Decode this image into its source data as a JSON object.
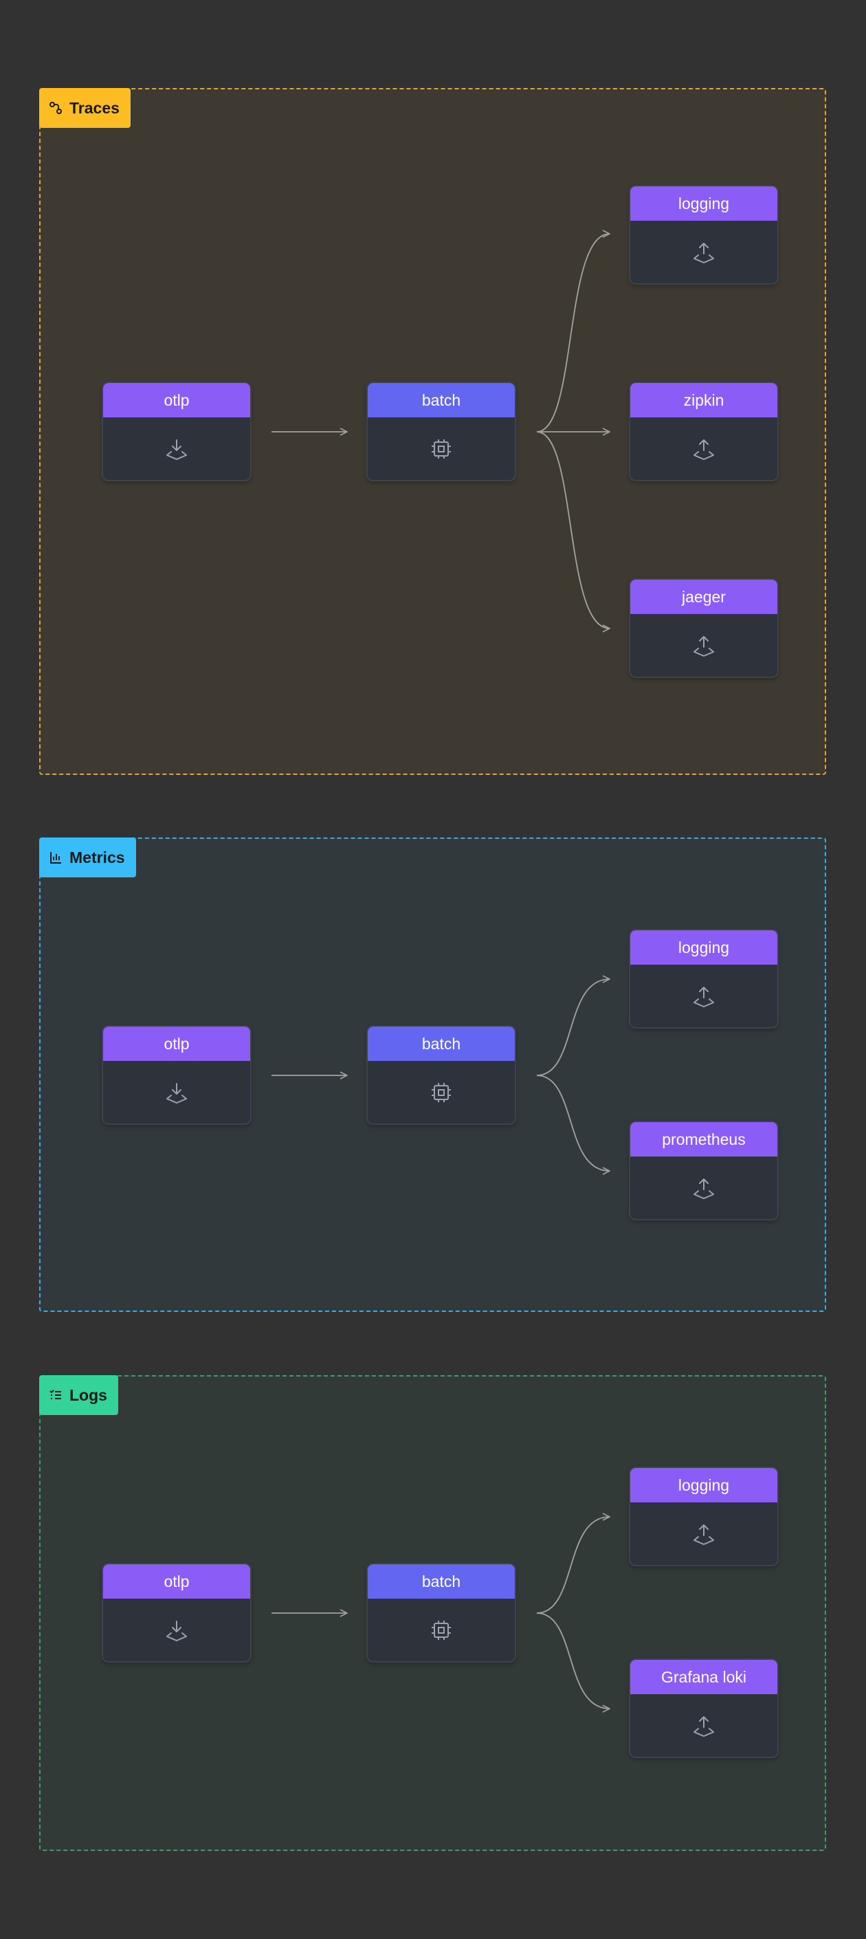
{
  "colors": {
    "background": "#323232",
    "receiver_header": "#8b5cf6",
    "processor_header": "#6366f1",
    "node_body": "#2e323b",
    "edge": "#a3a3a3",
    "traces_tag": "#fbbd23",
    "metrics_tag": "#38bdf8",
    "logs_tag": "#34d399"
  },
  "pipelines": {
    "traces": {
      "label": "Traces",
      "icon": "trace-icon",
      "receiver": {
        "label": "otlp",
        "icon": "download-icon"
      },
      "processor": {
        "label": "batch",
        "icon": "cpu-icon"
      },
      "exporters": [
        {
          "label": "logging",
          "icon": "upload-icon"
        },
        {
          "label": "zipkin",
          "icon": "upload-icon"
        },
        {
          "label": "jaeger",
          "icon": "upload-icon"
        }
      ]
    },
    "metrics": {
      "label": "Metrics",
      "icon": "bar-chart-icon",
      "receiver": {
        "label": "otlp",
        "icon": "download-icon"
      },
      "processor": {
        "label": "batch",
        "icon": "cpu-icon"
      },
      "exporters": [
        {
          "label": "logging",
          "icon": "upload-icon"
        },
        {
          "label": "prometheus",
          "icon": "upload-icon"
        }
      ]
    },
    "logs": {
      "label": "Logs",
      "icon": "list-icon",
      "receiver": {
        "label": "otlp",
        "icon": "download-icon"
      },
      "processor": {
        "label": "batch",
        "icon": "cpu-icon"
      },
      "exporters": [
        {
          "label": "logging",
          "icon": "upload-icon"
        },
        {
          "label": "Grafana loki",
          "icon": "upload-icon"
        }
      ]
    }
  }
}
